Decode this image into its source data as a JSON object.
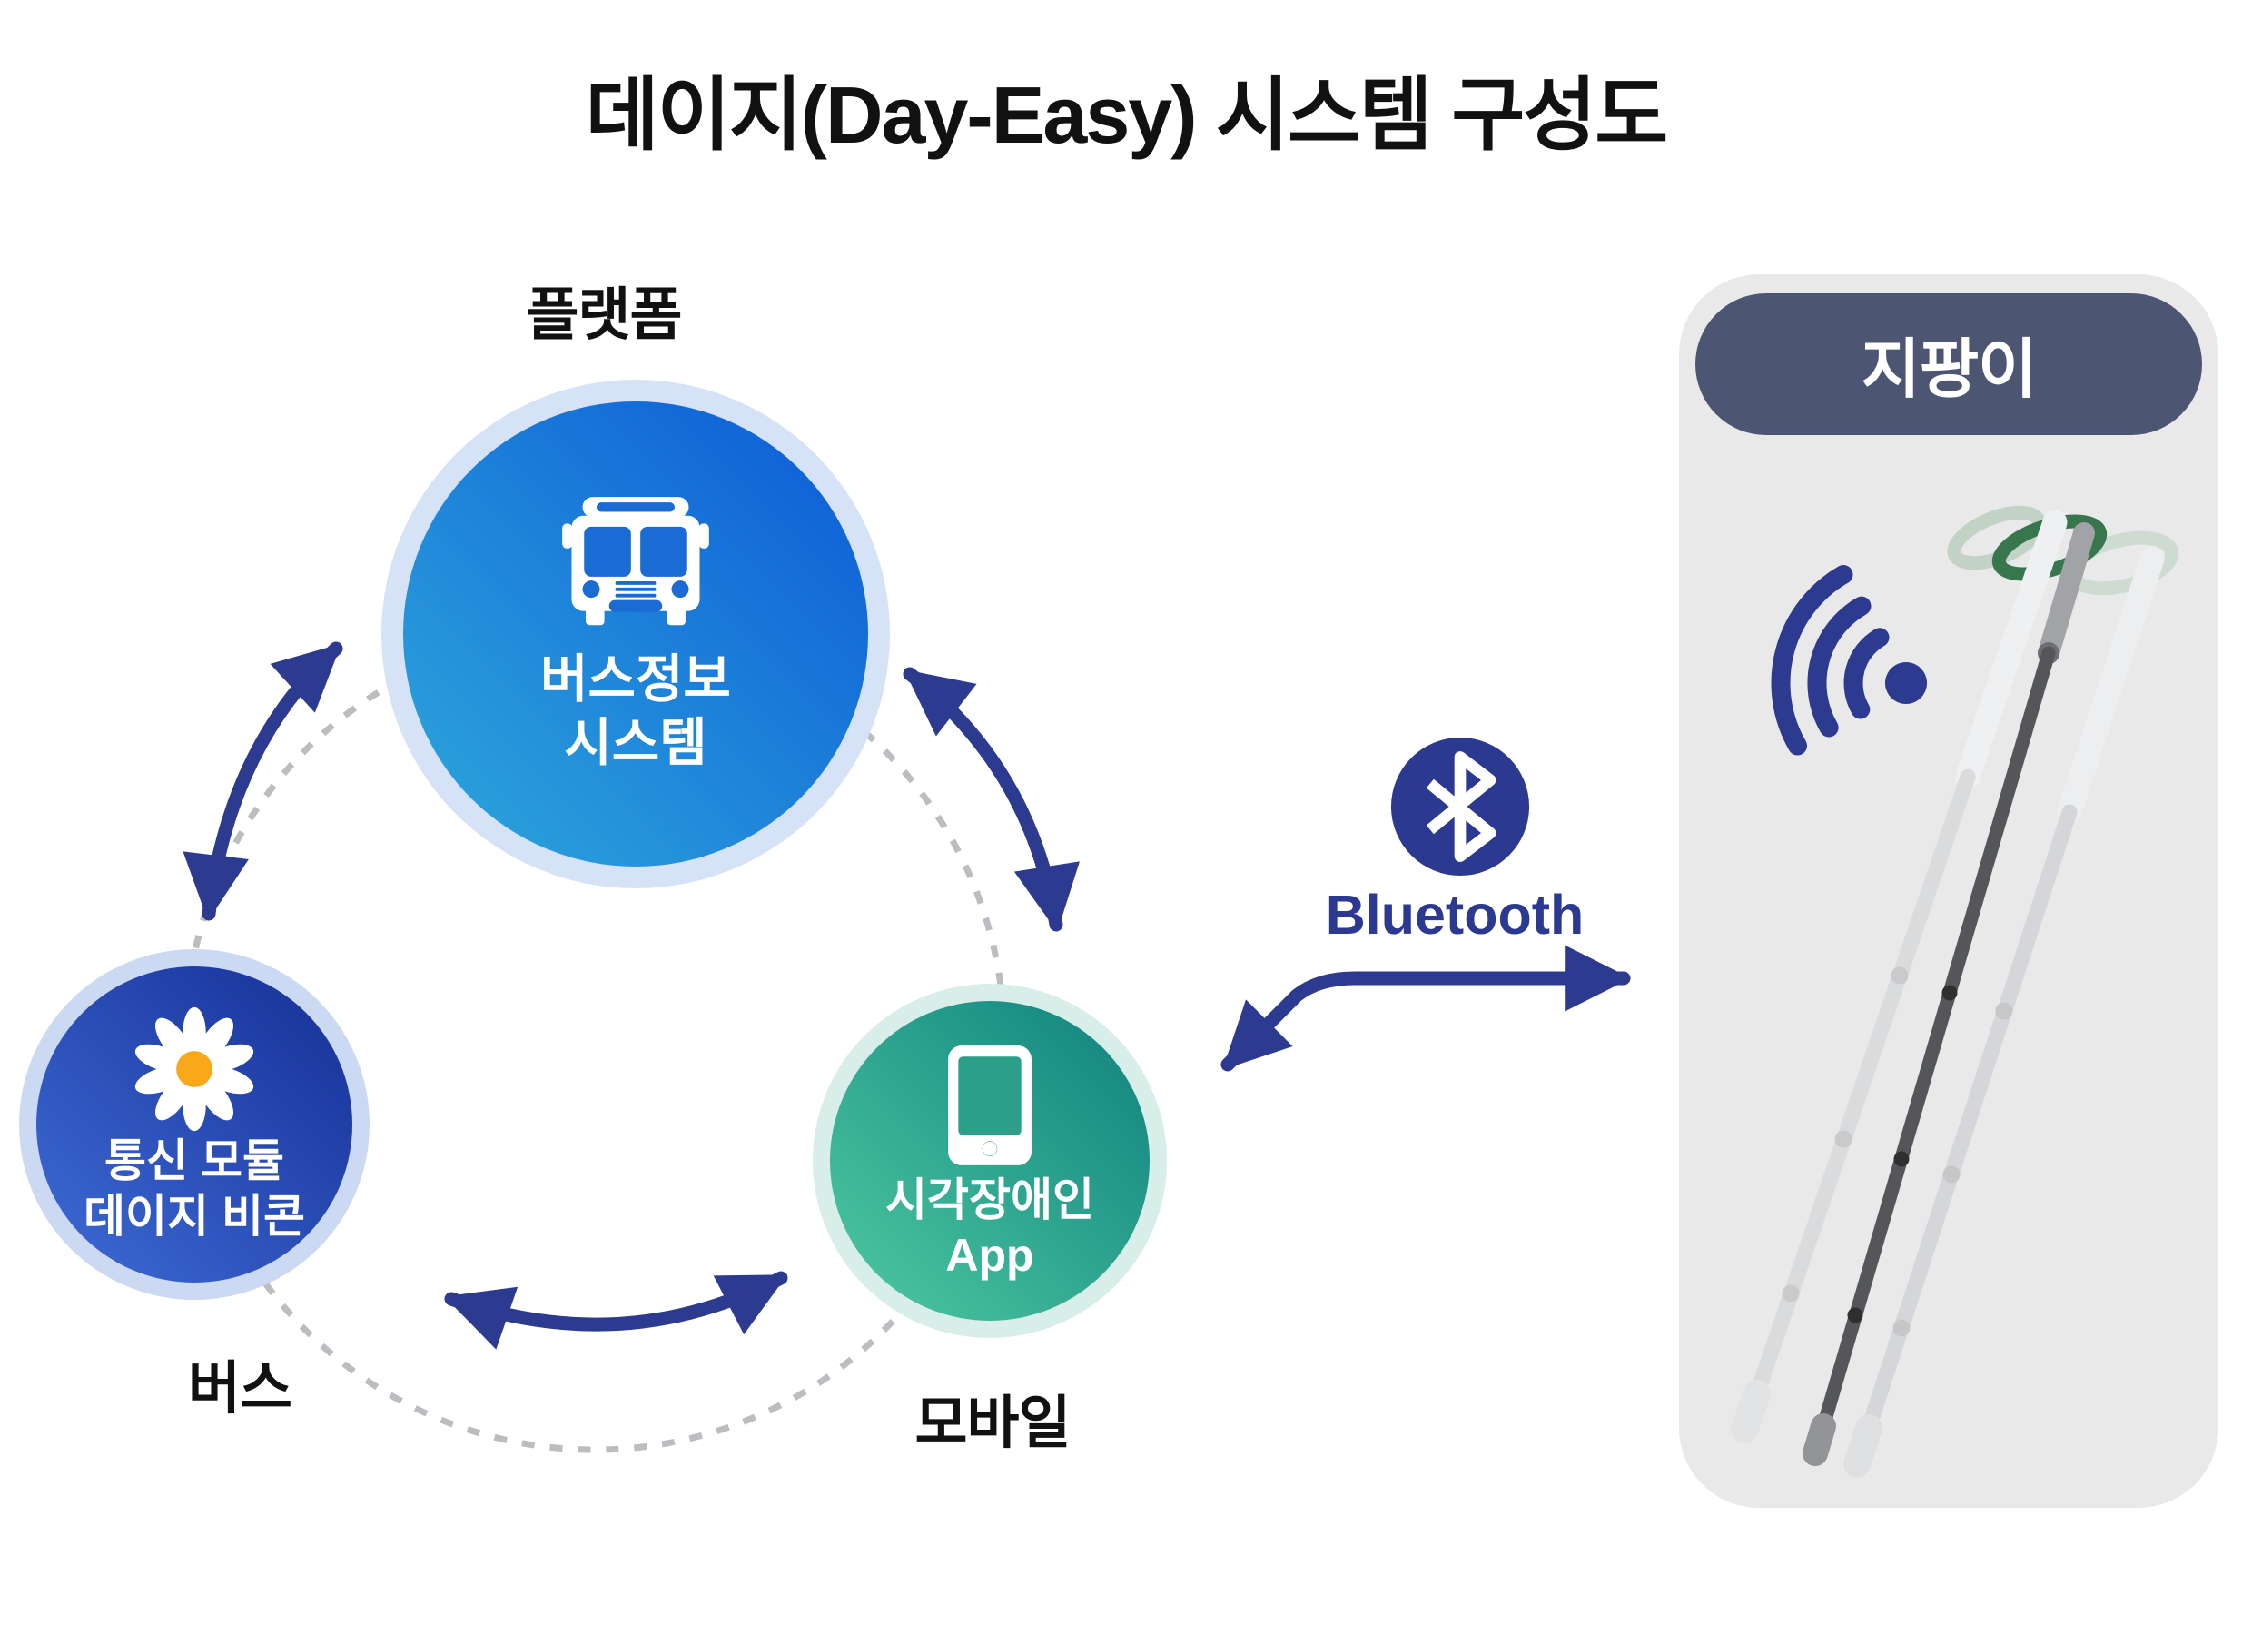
{
  "title": "데이지(Day-Easy) 시스템 구성도",
  "nodes": {
    "platform": {
      "label": "플랫폼",
      "line1": "버스정보",
      "line2": "시스템",
      "icon": "bus-icon"
    },
    "bus": {
      "label": "버스",
      "line1": "통신 모듈",
      "line2": "데이지 비콘",
      "icon": "daisy-icon"
    },
    "mobile": {
      "label": "모바일",
      "line1": "시각장애인",
      "line2": "App",
      "icon": "smartphone-icon"
    }
  },
  "connection": {
    "label": "Bluetooth",
    "icon": "bluetooth-icon"
  },
  "cane_panel": {
    "title": "지팡이",
    "illustration": "white-cane-with-signal-waves"
  },
  "colors": {
    "title_text": "#111111",
    "arrow_navy": "#2c3a90",
    "dashed_ring": "#bcbdc0",
    "node_text": "#ffffff",
    "platform_halo": "#d6e2f6",
    "platform_grad_light": "#2ea9dc",
    "platform_grad_dark": "#0c59d6",
    "bus_halo": "#cbd9f2",
    "bus_grad_light": "#3f6cd6",
    "bus_grad_dark": "#152f95",
    "mobile_halo": "#d8efe9",
    "mobile_grad_light": "#4fcaa1",
    "mobile_grad_dark": "#0f807e",
    "daisy_center": "#f9a81a",
    "bluetooth_navy": "#2b3990",
    "panel_bg": "#e9e9ea",
    "badge_bg": "#4c5673",
    "badge_text": "#ffffff",
    "cane_green": "#38774d"
  }
}
